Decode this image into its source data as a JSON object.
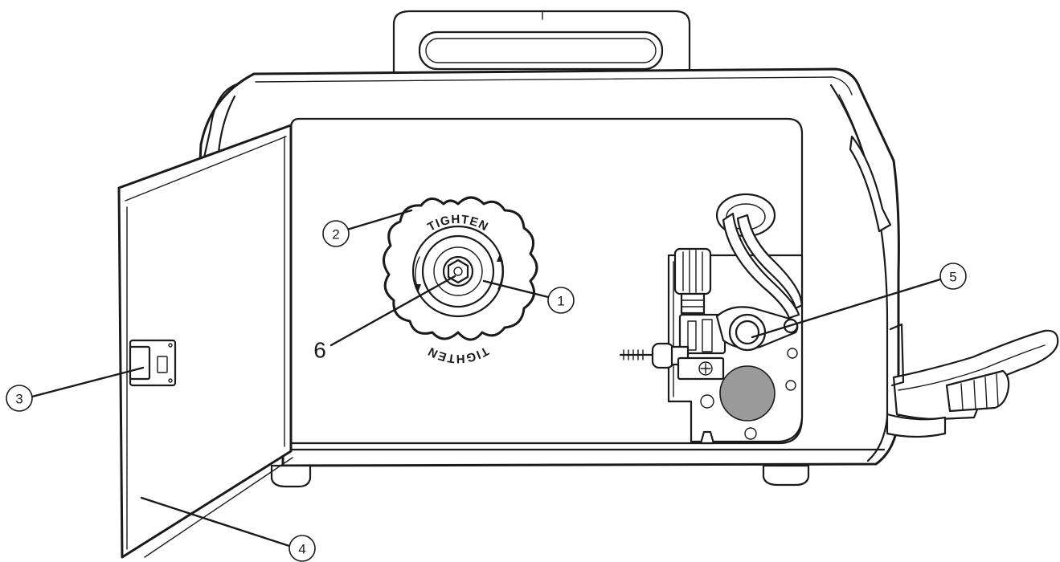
{
  "diagram": {
    "knob_text_top": "TIGHTEN",
    "knob_text_bottom": "TIGHTEN",
    "callouts": [
      {
        "id": "1",
        "label": "1"
      },
      {
        "id": "2",
        "label": "2"
      },
      {
        "id": "3",
        "label": "3"
      },
      {
        "id": "4",
        "label": "4"
      },
      {
        "id": "5",
        "label": "5"
      },
      {
        "id": "6",
        "label": "6"
      }
    ],
    "colors": {
      "ink": "#1a1a1a",
      "background": "#ffffff",
      "drive_roll": "#9a9a9a"
    }
  }
}
